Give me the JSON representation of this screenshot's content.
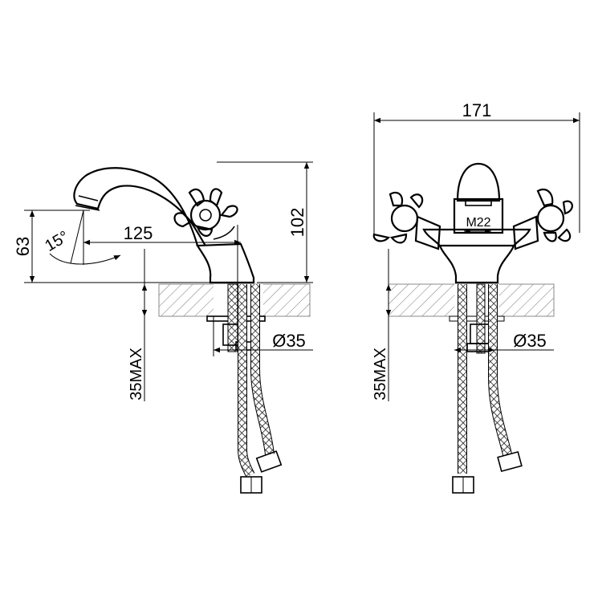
{
  "side_view": {
    "spout_reach": "125",
    "spout_height": "63",
    "total_height": "102",
    "spout_angle": "15°",
    "hole_diameter": "Ø35",
    "max_thickness": "35MAX"
  },
  "front_view": {
    "total_width": "171",
    "thread": "M22",
    "hole_diameter": "Ø35",
    "max_thickness": "35MAX"
  }
}
